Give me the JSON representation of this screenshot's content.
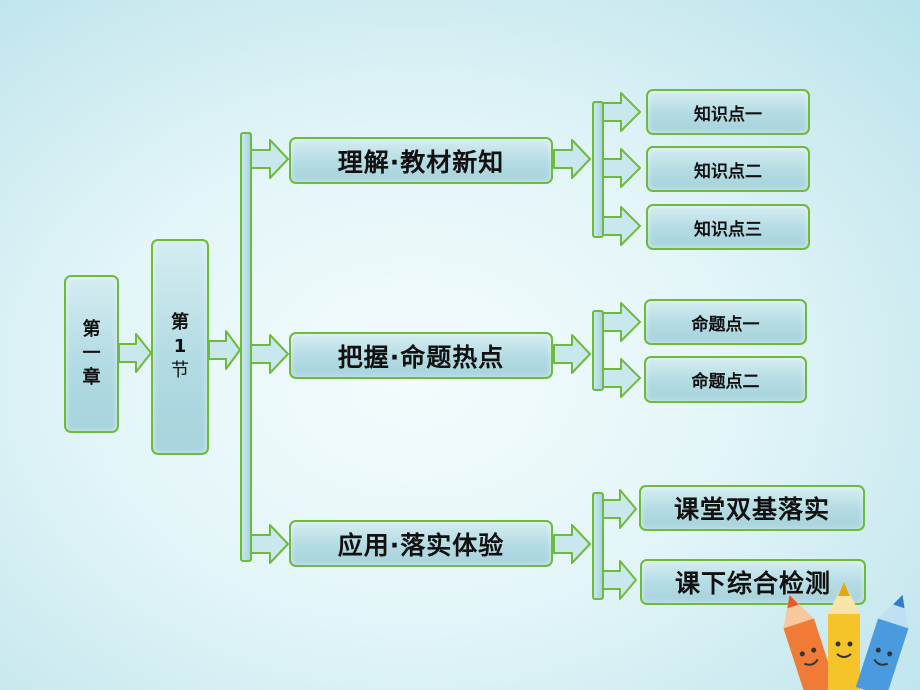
{
  "chapter": {
    "lines": [
      "第",
      "一",
      "章"
    ]
  },
  "section": {
    "lines": [
      "第",
      "1",
      "节"
    ]
  },
  "branches": [
    {
      "label": "理解·教材新知",
      "children": [
        "知识点一",
        "知识点二",
        "知识点三"
      ]
    },
    {
      "label": "把握·命题热点",
      "children": [
        "命题点一",
        "命题点二"
      ]
    },
    {
      "label": "应用·落实体验",
      "children": [
        "课堂双基落实",
        "课下综合检测"
      ]
    }
  ],
  "colors": {
    "border": "#6ebb3c",
    "box_fill": "#b3dbe3",
    "background": "#e3f5f8"
  }
}
